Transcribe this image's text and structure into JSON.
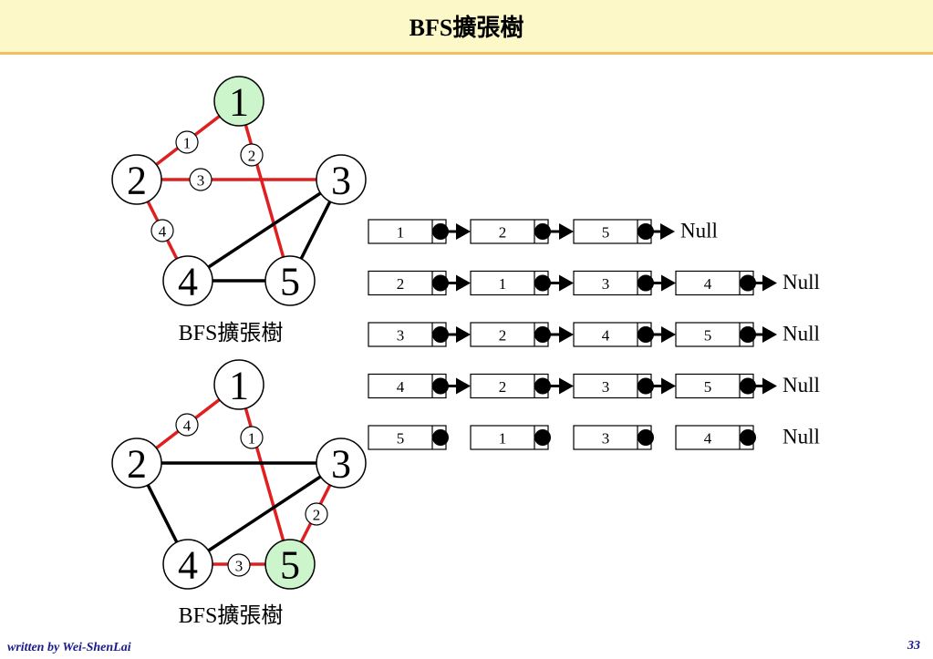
{
  "title": "BFS擴張樹",
  "colors": {
    "tree_edge": "#e02020",
    "non_tree_edge": "#000000",
    "start_node_fill": "#ccf5cc",
    "node_fill": "#ffffff"
  },
  "graphs": [
    {
      "caption": "BFS擴張樹",
      "start": "1",
      "nodes": [
        "1",
        "2",
        "3",
        "4",
        "5"
      ],
      "edges": [
        {
          "from": "1",
          "to": "2",
          "tree": true,
          "order": "1"
        },
        {
          "from": "1",
          "to": "5",
          "tree": true,
          "order": "2"
        },
        {
          "from": "2",
          "to": "3",
          "tree": true,
          "order": "3"
        },
        {
          "from": "2",
          "to": "4",
          "tree": true,
          "order": "4"
        },
        {
          "from": "3",
          "to": "4",
          "tree": false,
          "order": ""
        },
        {
          "from": "3",
          "to": "5",
          "tree": false,
          "order": ""
        },
        {
          "from": "4",
          "to": "5",
          "tree": false,
          "order": ""
        }
      ]
    },
    {
      "caption": "BFS擴張樹",
      "start": "5",
      "nodes": [
        "1",
        "2",
        "3",
        "4",
        "5"
      ],
      "edges": [
        {
          "from": "1",
          "to": "5",
          "tree": true,
          "order": "1"
        },
        {
          "from": "3",
          "to": "5",
          "tree": true,
          "order": "2"
        },
        {
          "from": "4",
          "to": "5",
          "tree": true,
          "order": "3"
        },
        {
          "from": "1",
          "to": "2",
          "tree": true,
          "order": "4"
        },
        {
          "from": "2",
          "to": "3",
          "tree": false,
          "order": ""
        },
        {
          "from": "2",
          "to": "4",
          "tree": false,
          "order": ""
        },
        {
          "from": "3",
          "to": "4",
          "tree": false,
          "order": ""
        }
      ]
    }
  ],
  "adjacency_lists": [
    {
      "head": "1",
      "items": [
        "2",
        "5"
      ],
      "terminator": "Null"
    },
    {
      "head": "2",
      "items": [
        "1",
        "3",
        "4"
      ],
      "terminator": "Null"
    },
    {
      "head": "3",
      "items": [
        "2",
        "4",
        "5"
      ],
      "terminator": "Null"
    },
    {
      "head": "4",
      "items": [
        "2",
        "3",
        "5"
      ],
      "terminator": "Null"
    },
    {
      "head": "5",
      "items": [
        "1",
        "3",
        "4"
      ],
      "terminator": "Null"
    }
  ],
  "footer": {
    "author": "written by Wei-ShenLai",
    "page": "33"
  }
}
